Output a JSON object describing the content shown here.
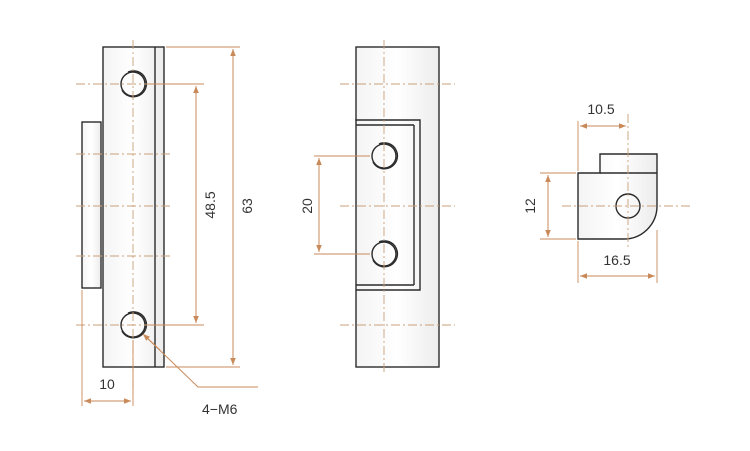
{
  "colors": {
    "outline": "#2b2b2b",
    "dimension": "#c98a5a",
    "centerline": "#c9a07a",
    "text": "#333333"
  },
  "dimensions": {
    "hole_spacing": "48.5",
    "overall_length": "63",
    "edge_offset": "10",
    "thread_callout": "4−M6",
    "side_hole_spacing": "20",
    "top_width": "10.5",
    "end_height": "12",
    "end_width": "16.5"
  }
}
